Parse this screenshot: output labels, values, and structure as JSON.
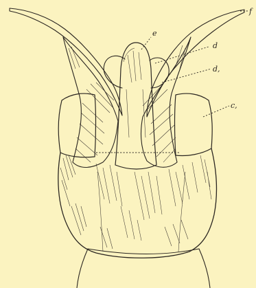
{
  "figure": {
    "labels": {
      "f": "f",
      "e": "e",
      "d": "d",
      "d1": "d,",
      "c1": "c,"
    },
    "colors": {
      "paper": "#fbf3c0",
      "ink": "#2a2520",
      "shade": "#cdbf92"
    }
  }
}
